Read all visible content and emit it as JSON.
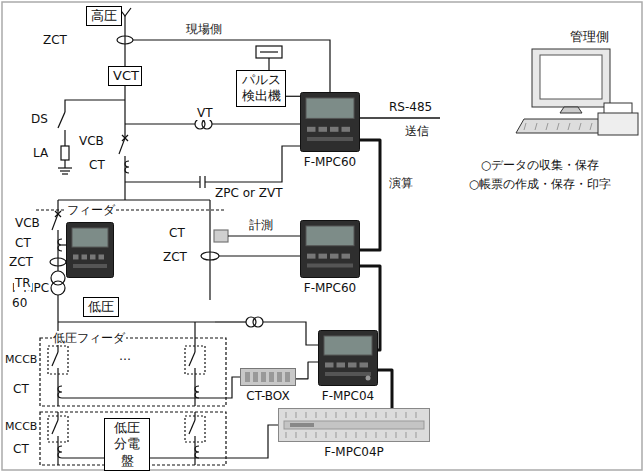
{
  "diagram": {
    "nodes": [
      {
        "text": [
          "高圧"
        ]
      },
      {
        "text": [
          "VCT"
        ]
      },
      {
        "text": [
          "パルス 検出機"
        ]
      },
      {
        "text": [
          "管理側",
          "○データの収集・保存",
          "○帳票の作成・保存・印字"
        ]
      },
      {
        "text": [
          "F-MPC60"
        ]
      },
      {
        "text": [
          "F-MPC 60"
        ]
      },
      {
        "text": [
          "F-MPC60"
        ]
      },
      {
        "text": [
          "低圧"
        ]
      },
      {
        "text": [
          "CT-BOX"
        ]
      },
      {
        "text": [
          "F-MPC04"
        ]
      },
      {
        "text": [
          "低圧 分電盤"
        ]
      },
      {
        "text": [
          "F-MPC04P"
        ]
      }
    ],
    "edges": [
      {
        "from": 2,
        "to": 4,
        "arrow": "none"
      },
      {
        "from": 4,
        "to": 3,
        "label": "RS-485",
        "arrow": "none"
      },
      {
        "from": 4,
        "to": 6,
        "label": "演算",
        "arrow": "none"
      },
      {
        "from": 6,
        "to": 9,
        "arrow": "none"
      },
      {
        "from": 9,
        "to": 11,
        "arrow": "none"
      },
      {
        "from": 8,
        "to": 9,
        "arrow": "none"
      }
    ],
    "labels": [
      "ZCT",
      "現場側",
      "VT",
      "DS",
      "VCB",
      "CT",
      "LA",
      "ZPC or ZVT",
      "送信",
      "フィーダ",
      "VCB",
      "CT",
      "ZCT",
      "TR",
      "CT",
      "ZCT",
      "計測",
      "低圧フィーダ",
      "MCCB",
      "…",
      "CT",
      "MCCB",
      "CT"
    ]
  }
}
